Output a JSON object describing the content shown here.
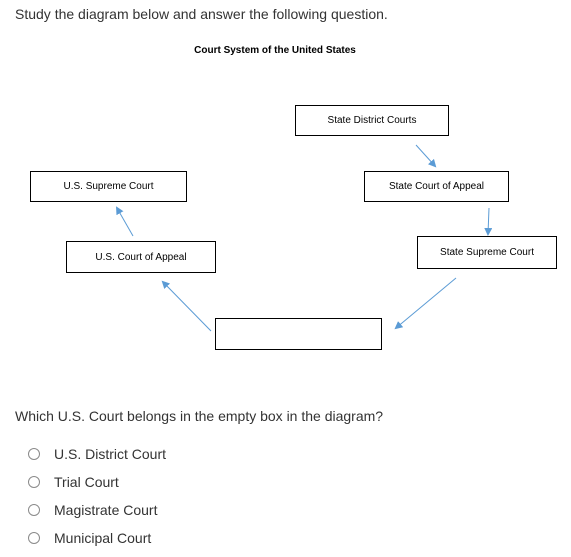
{
  "instruction": "Study the diagram below and answer the following question.",
  "diagram": {
    "title": "Court System of the United States",
    "boxes": {
      "state_district": "State District Courts",
      "state_appeal": "State Court of Appeal",
      "state_supreme": "State Supreme Court",
      "us_supreme": "U.S. Supreme Court",
      "us_appeal": "U.S. Court of Appeal",
      "empty": ""
    },
    "arrow_color": "#5b9bd5"
  },
  "question": "Which U.S. Court belongs in the empty box in the diagram?",
  "options": [
    {
      "label": "U.S. District Court",
      "selected": false
    },
    {
      "label": "Trial Court",
      "selected": false
    },
    {
      "label": "Magistrate Court",
      "selected": false
    },
    {
      "label": "Municipal Court",
      "selected": false
    }
  ]
}
